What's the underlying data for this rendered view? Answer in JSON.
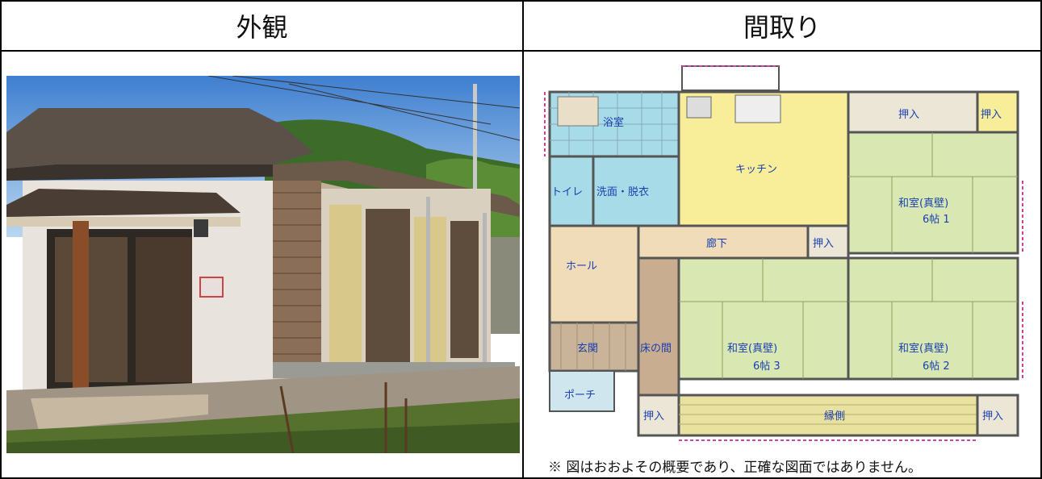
{
  "header": {
    "exterior": "外観",
    "floor_plan": "間取り"
  },
  "rooms": {
    "bath": "浴室",
    "kitchen": "キッチン",
    "oshiire_top1": "押入",
    "oshiire_top2": "押入",
    "toilet": "トイレ",
    "washroom": "洗面・脱衣",
    "washitsu1_a": "和室(真壁)",
    "washitsu1_b": "6帖 1",
    "corridor": "廊下",
    "oshiire_mid": "押入",
    "hall": "ホール",
    "genkan": "玄関",
    "tokonoma": "床の間",
    "washitsu3_a": "和室(真壁)",
    "washitsu3_b": "6帖 3",
    "washitsu2_a": "和室(真壁)",
    "washitsu2_b": "6帖 2",
    "porch": "ポーチ",
    "oshiire_bl": "押入",
    "engawa": "縁側",
    "oshiire_br": "押入"
  },
  "note": "※ 図はおおよその概要であり、正確な図面ではありません。",
  "colors": {
    "border": "#000000",
    "tatami": "#d9e8b2",
    "kitchen": "#f8ee9a",
    "wet_area": "#a7dbe7",
    "wood_floor": "#f0dcb8",
    "tokonoma": "#c8ad90",
    "closet": "#ece6d6",
    "label": "#1a3fb0"
  }
}
